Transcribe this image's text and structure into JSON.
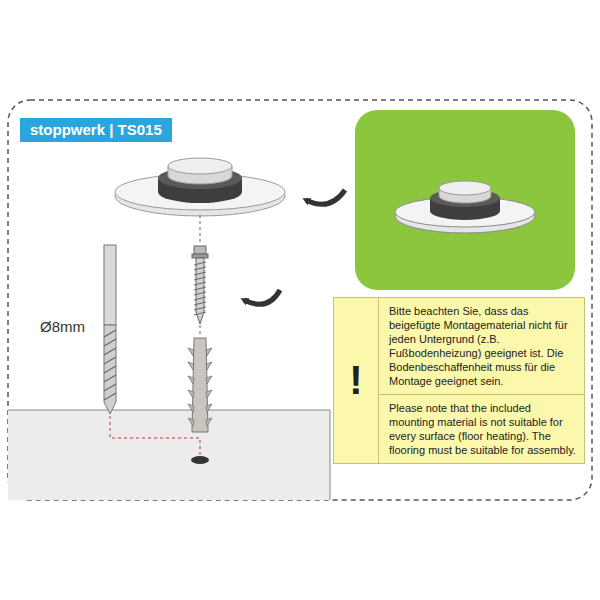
{
  "diagram": {
    "nodes": [
      {
        "text": [
          "stoppwerk | TS015"
        ]
      },
      {
        "text": [
          "!",
          "Bitte beachten Sie, dass das beigefügte Montagematerial nicht für jeden Untergrund (z.B. Fußbodenheizung) geeignet ist. Die Bodenbeschaffenheit muss für die Montage geeignet sein.",
          "Please note that the included mounting material is not suitable for every surface (floor heating). The flooring must be suitable for assembly."
        ]
      }
    ],
    "labels": [
      "Ø8mm"
    ]
  }
}
